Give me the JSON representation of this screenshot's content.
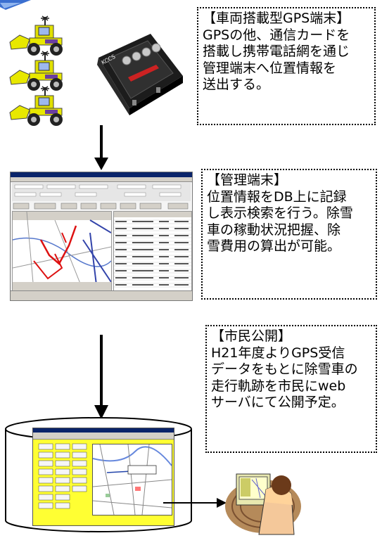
{
  "notes": {
    "vehicle_gps": {
      "title": "【車両搭載型GPS端末】",
      "lines": [
        "GPSの他、通信カードを",
        "搭載し携帯電話網を通じ",
        "管理端末へ位置情報を",
        "送出する。"
      ]
    },
    "management": {
      "title": "【管理端末】",
      "lines": [
        "位置情報をDB上に記録",
        "し表示検索を行う。除雪",
        "車の稼動状況把握、除",
        "雪費用の算出が可能。"
      ]
    },
    "public": {
      "title": "【市民公開】",
      "lines": [
        "H21年度よりGPS受信",
        "データをもとに除雪車の",
        "走行軌跡を市民にweb",
        "サーバにて公開予定。"
      ]
    }
  },
  "device": {
    "brand": "KCCS"
  },
  "colors": {
    "loader_yellow": "#e8e800",
    "map_yellow": "#ffff33",
    "track_red": "#dd1111",
    "dark_navy": "#0a246a"
  }
}
